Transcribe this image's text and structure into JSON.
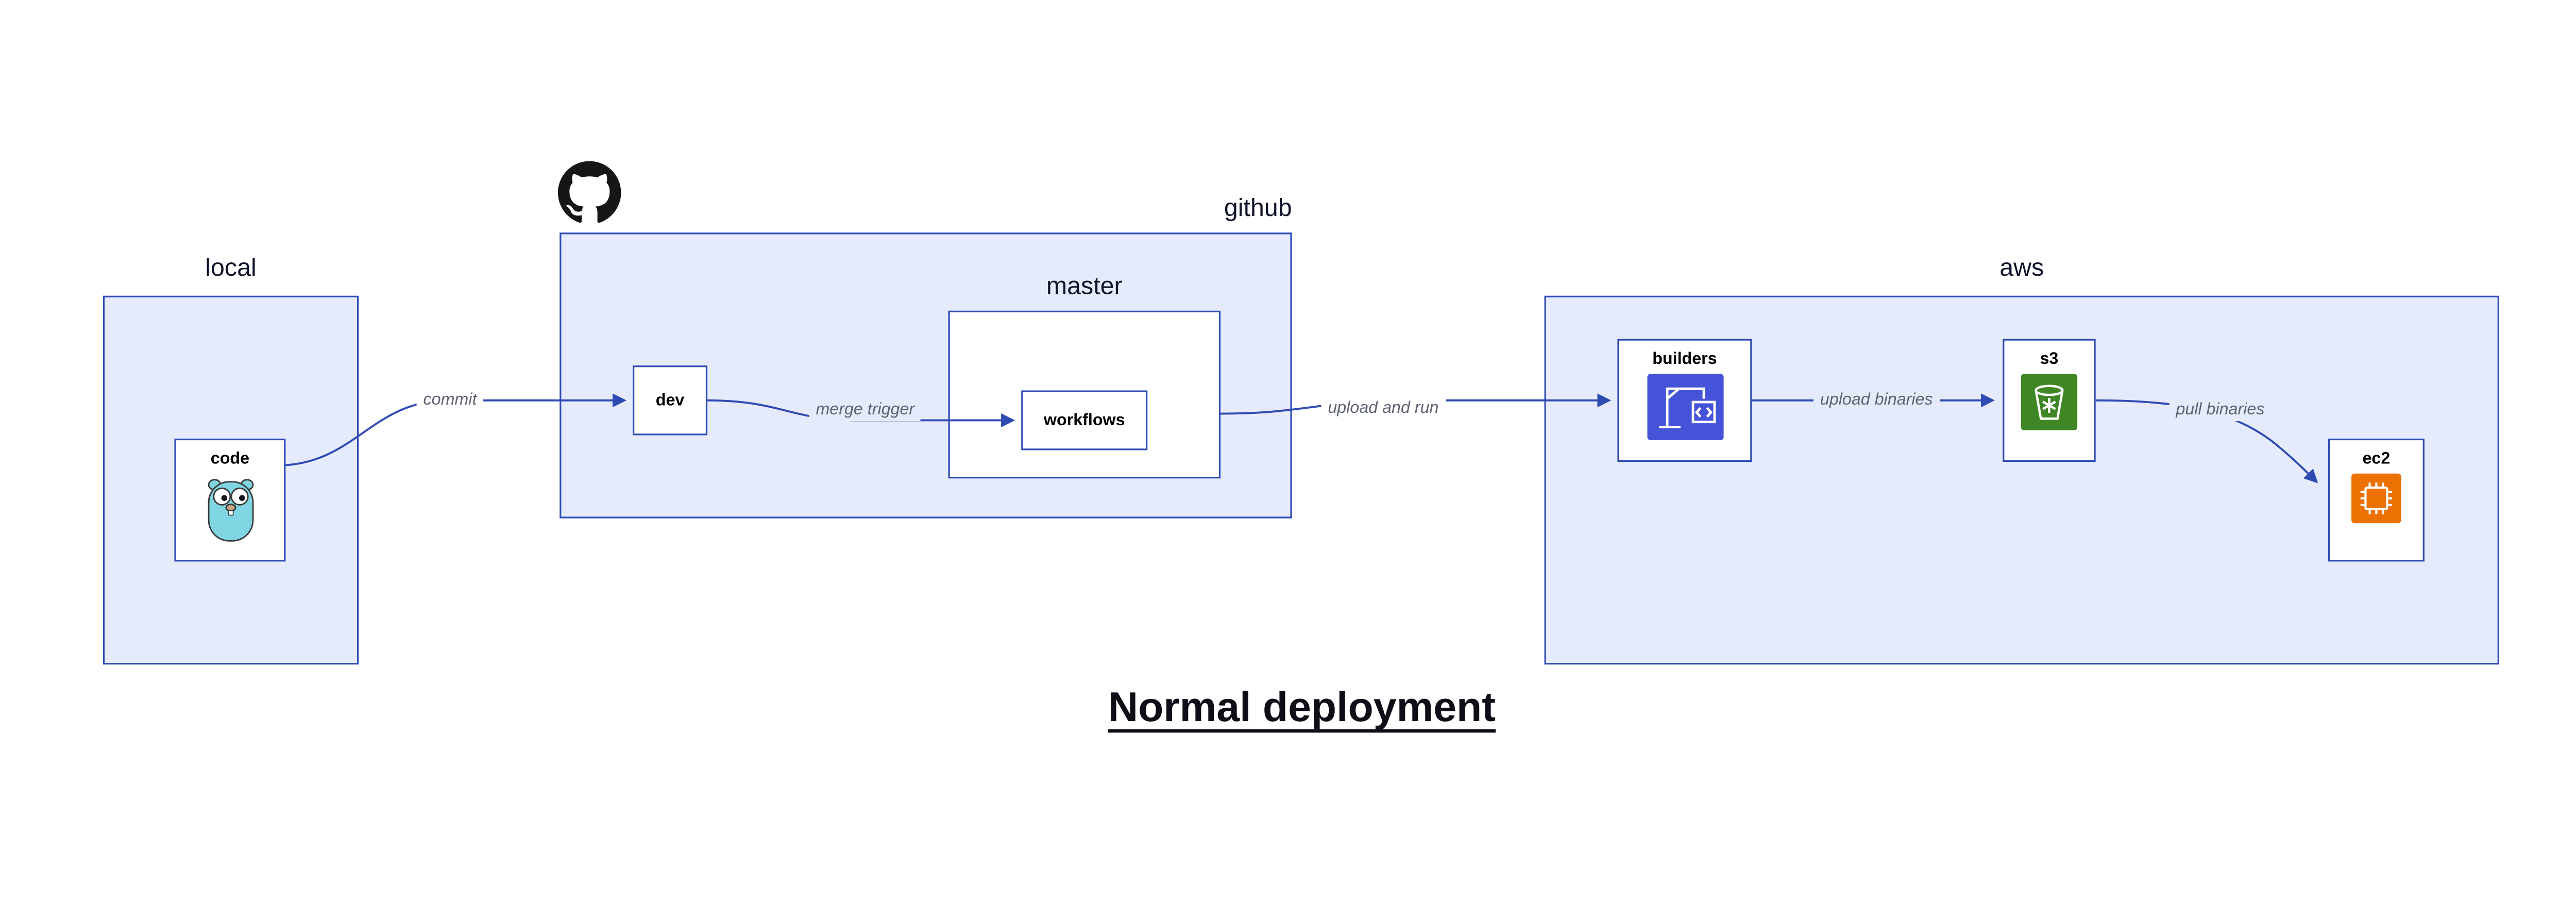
{
  "title": "Normal deployment",
  "containers": {
    "local": {
      "label": "local"
    },
    "github": {
      "label": "github"
    },
    "master": {
      "label": "master"
    },
    "aws": {
      "label": "aws"
    }
  },
  "nodes": {
    "code": {
      "label": "code",
      "icon": "go-gopher-icon"
    },
    "dev": {
      "label": "dev"
    },
    "workflows": {
      "label": "workflows"
    },
    "builders": {
      "label": "builders",
      "icon": "codebuild-icon"
    },
    "s3": {
      "label": "s3",
      "icon": "s3-bucket-icon"
    },
    "ec2": {
      "label": "ec2",
      "icon": "ec2-chip-icon"
    }
  },
  "edges": [
    {
      "from": "code",
      "to": "dev",
      "label": "commit"
    },
    {
      "from": "dev",
      "to": "workflows",
      "label": "merge trigger"
    },
    {
      "from": "master",
      "to": "builders",
      "label": "upload and run"
    },
    {
      "from": "builders",
      "to": "s3",
      "label": "upload binaries"
    },
    {
      "from": "s3",
      "to": "ec2",
      "label": "pull binaries"
    }
  ],
  "colors": {
    "container_fill": "#e6ebfb",
    "border_blue": "#2f4bb3",
    "arrow_blue": "#2f4bb3",
    "edge_label_gray": "#5d6370",
    "codebuild_blue": "#4553d8",
    "s3_green": "#3f8624",
    "ec2_orange": "#ed7100",
    "gopher_teal": "#7fd6e2",
    "github_black": "#171515"
  }
}
